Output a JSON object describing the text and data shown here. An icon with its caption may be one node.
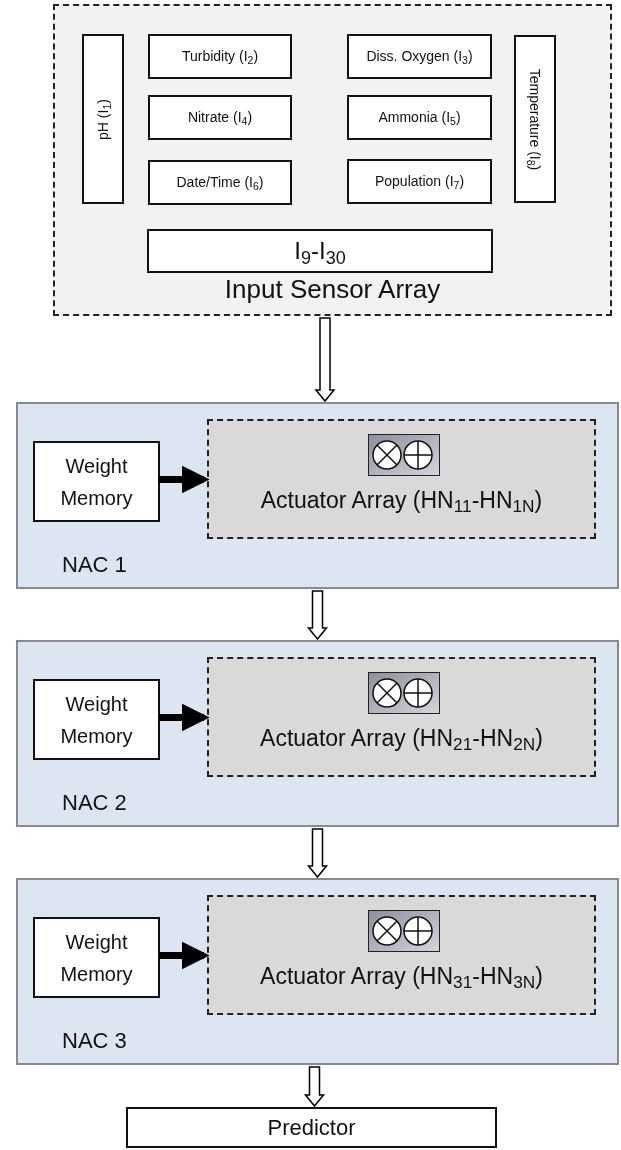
{
  "diagram": {
    "nodes": [
      {
        "text": [
          "Input Sensor Array"
        ]
      },
      {
        "text": [
          "pH (I$_{1}$)"
        ],
        "in": 0
      },
      {
        "text": [
          "Turbidity (I$_{2}$)"
        ],
        "in": 0
      },
      {
        "text": [
          "Diss. Oxygen (I$_{3}$)"
        ],
        "in": 0
      },
      {
        "text": [
          "Nitrate (I$_{4}$)"
        ],
        "in": 0
      },
      {
        "text": [
          "Ammonia (I$_{5}$)"
        ],
        "in": 0
      },
      {
        "text": [
          "Date/Time (I$_{6}$)"
        ],
        "in": 0
      },
      {
        "text": [
          "Population (I$_{7}$)"
        ],
        "in": 0
      },
      {
        "text": [
          "Temperature (I$_{8}$)"
        ],
        "in": 0
      },
      {
        "text": [
          "I$_{9}$-I$_{30}$"
        ],
        "in": 0
      },
      {
        "text": [
          "NAC 1"
        ]
      },
      {
        "text": [
          "Weight Memory"
        ],
        "in": 10
      },
      {
        "text": [
          "Actuator Array (HN$_{11}$-HN$_{1N}$)"
        ],
        "in": 10
      },
      {
        "text": [
          "NAC 2"
        ]
      },
      {
        "text": [
          "Weight Memory"
        ],
        "in": 13
      },
      {
        "text": [
          "Actuator Array (HN$_{21}$-HN$_{2N}$)"
        ],
        "in": 13
      },
      {
        "text": [
          "NAC 3"
        ]
      },
      {
        "text": [
          "Weight Memory"
        ],
        "in": 16
      },
      {
        "text": [
          "Actuator Array (HN$_{31}$-HN$_{3N}$)"
        ],
        "in": 16
      },
      {
        "text": [
          "Predictor"
        ]
      }
    ],
    "edges": [
      {
        "from": 0,
        "to": 10,
        "arrow": "to"
      },
      {
        "from": 11,
        "to": 12,
        "arrow": "to"
      },
      {
        "from": 10,
        "to": 13,
        "arrow": "to"
      },
      {
        "from": 14,
        "to": 15,
        "arrow": "to"
      },
      {
        "from": 13,
        "to": 16,
        "arrow": "to"
      },
      {
        "from": 17,
        "to": 18,
        "arrow": "to"
      },
      {
        "from": 16,
        "to": 19,
        "arrow": "to"
      }
    ]
  }
}
